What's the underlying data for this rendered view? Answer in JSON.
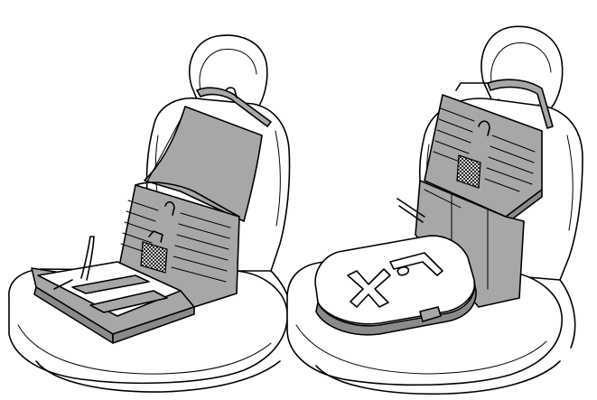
{
  "colors": {
    "background": "#ffffff",
    "line": "#000000",
    "case_gray": "#a7a7a7",
    "case_dark": "#8a8a8a"
  },
  "figures": [
    {
      "id": "left",
      "state": "case-open-lid-up"
    },
    {
      "id": "right",
      "state": "case-closed-lid-on-cushion"
    }
  ]
}
